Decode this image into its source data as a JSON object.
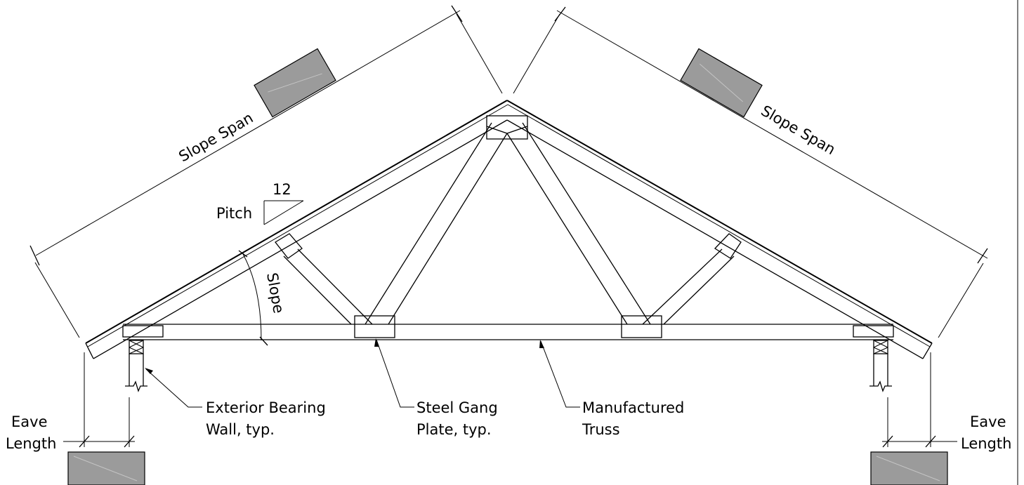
{
  "labels": {
    "slope_span_left": "Slope Span",
    "slope_span_right": "Slope Span",
    "pitch": "Pitch",
    "pitch_run": "12",
    "slope": "Slope",
    "eave_left_1": "Eave",
    "eave_left_2": "Length",
    "eave_right_1": "Eave",
    "eave_right_2": "Length",
    "wall_1": "Exterior Bearing",
    "wall_2": "Wall, typ.",
    "plate_1": "Steel Gang",
    "plate_2": "Plate, typ.",
    "truss_1": "Manufactured",
    "truss_2": "Truss"
  },
  "colors": {
    "line": "#000000",
    "placeholder_box": "#9b9b9b",
    "background": "#ffffff"
  }
}
